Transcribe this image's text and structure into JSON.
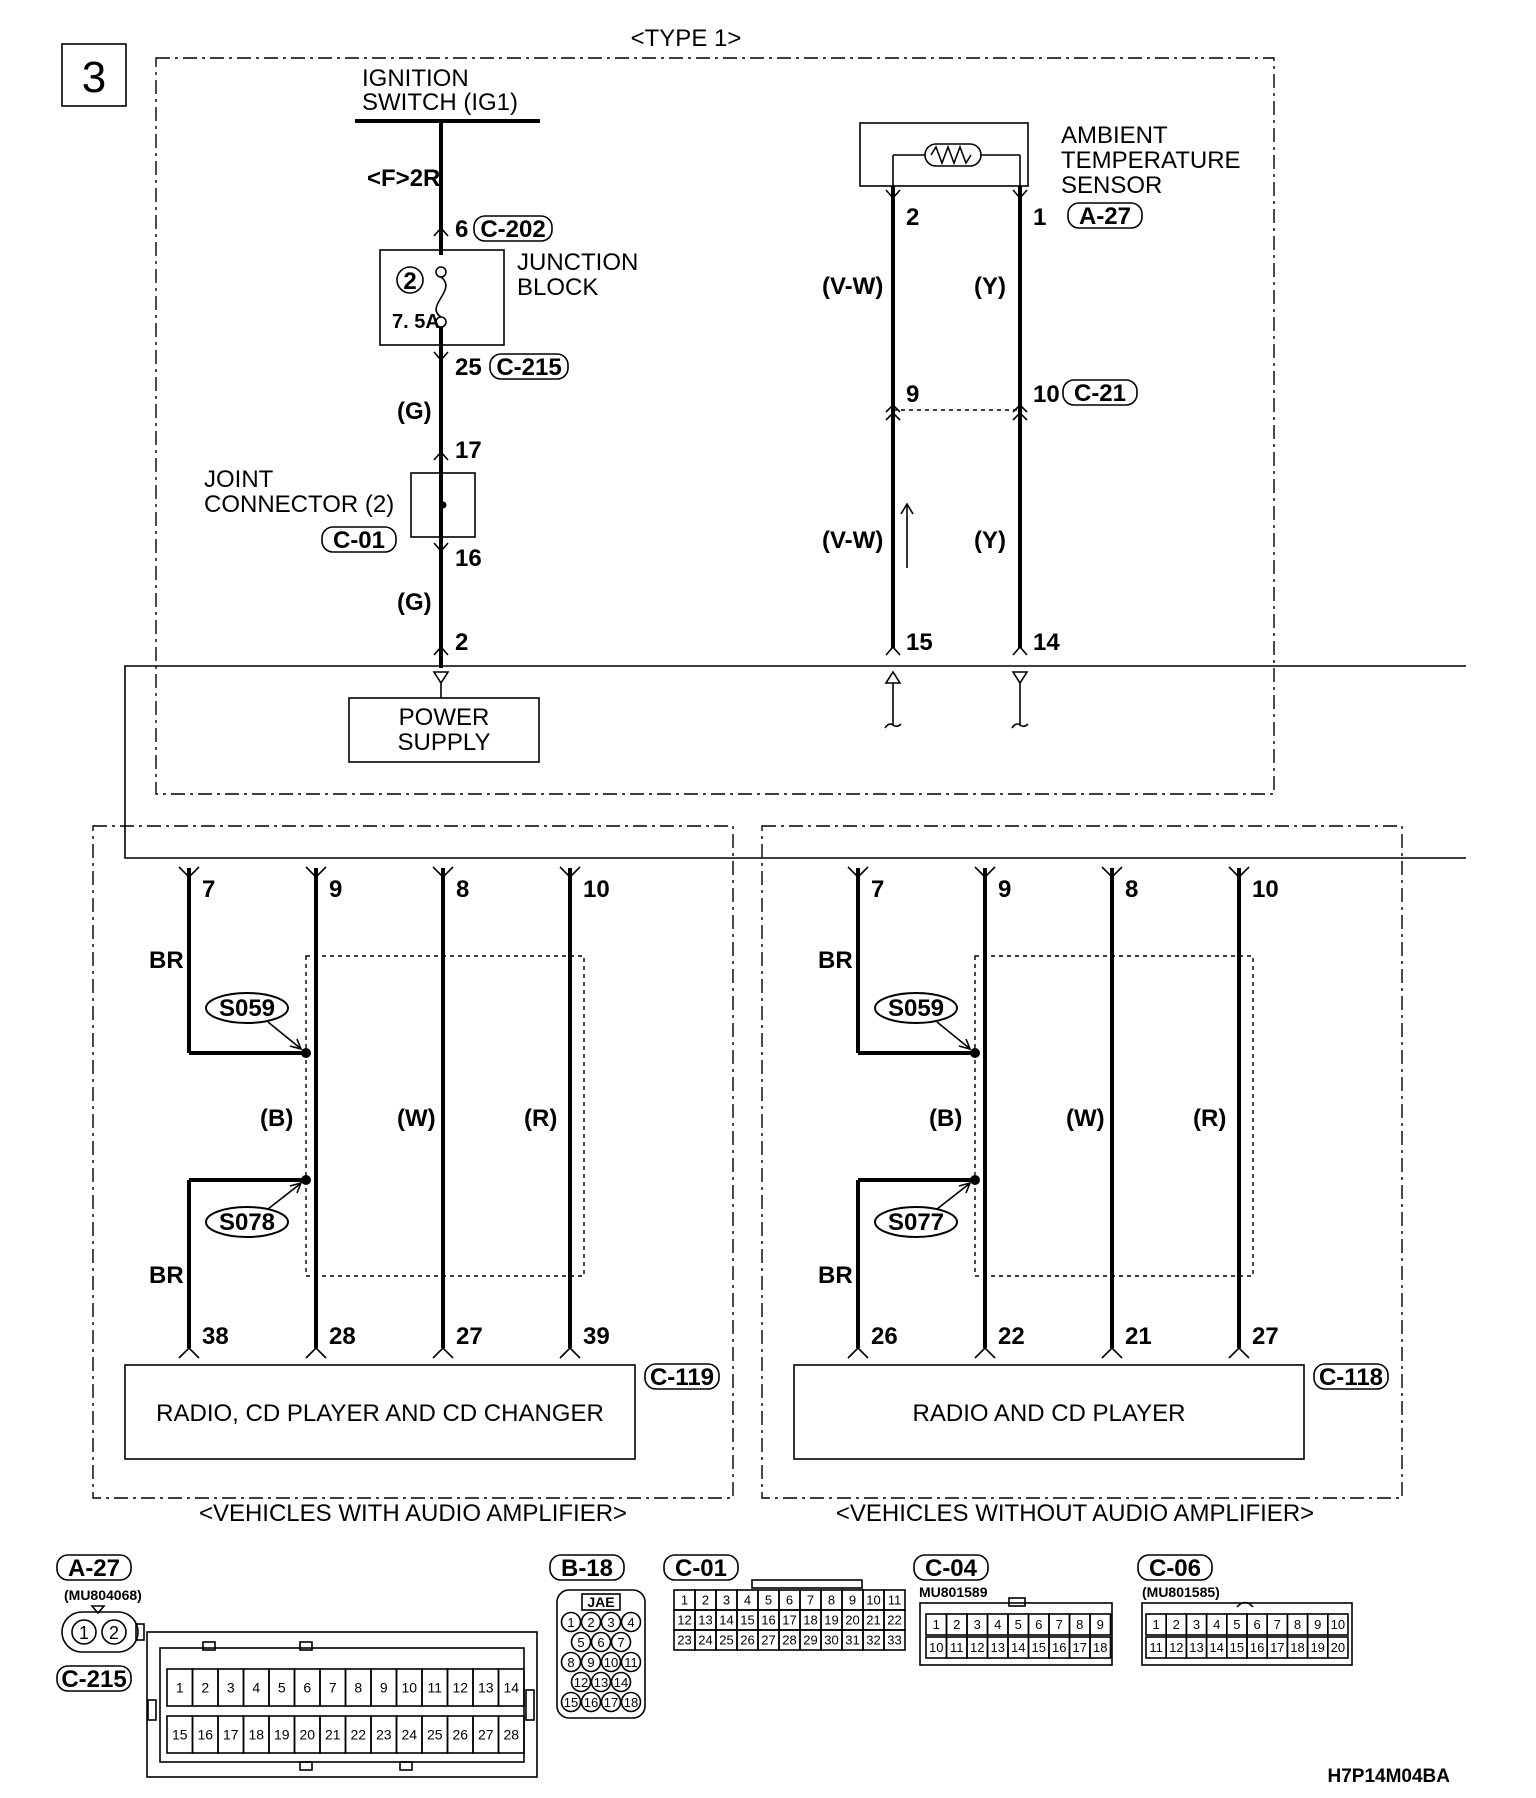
{
  "page_number": "3",
  "type_label": "<TYPE 1>",
  "ignition_switch": {
    "line1": "IGNITION",
    "line2": "SWITCH (IG1)"
  },
  "fuse_path": "<F>2R",
  "junction_block": {
    "line1": "JUNCTION",
    "line2": "BLOCK",
    "fuse_no": "2",
    "fuse_rating": "7. 5A",
    "pin_in": "6",
    "conn_in": "C-202",
    "pin_out": "25",
    "conn_out": "C-215"
  },
  "joint_connector": {
    "line1": "JOINT",
    "line2": "CONNECTOR (2)",
    "conn": "C-01",
    "pin_in": "17",
    "pin_out": "16"
  },
  "wire_g": "(G)",
  "power_pin": "2",
  "power_supply": {
    "line1": "POWER",
    "line2": "SUPPLY"
  },
  "ambient_sensor": {
    "line1": "AMBIENT",
    "line2": "TEMPERATURE",
    "line3": "SENSOR",
    "conn": "A-27",
    "pin_left": "2",
    "pin_right": "1"
  },
  "c21": {
    "conn": "C-21",
    "pin_left": "9",
    "pin_right": "10"
  },
  "wire_vw": "(V-W)",
  "wire_y": "(Y)",
  "sensor_pins_bottom": {
    "left": "15",
    "right": "14"
  },
  "left_unit": {
    "top_pins": [
      "7",
      "9",
      "8",
      "10"
    ],
    "bottom_pins": [
      "38",
      "28",
      "27",
      "39"
    ],
    "splice_top": "S059",
    "splice_bottom": "S078",
    "wire_br": "BR",
    "wire_b": "(B)",
    "wire_w": "(W)",
    "wire_r": "(R)",
    "conn": "C-119",
    "name": "RADIO, CD PLAYER AND CD CHANGER",
    "caption": "<VEHICLES WITH AUDIO AMPLIFIER>"
  },
  "right_unit": {
    "top_pins": [
      "7",
      "9",
      "8",
      "10"
    ],
    "bottom_pins": [
      "26",
      "22",
      "21",
      "27"
    ],
    "splice_top": "S059",
    "splice_bottom": "S077",
    "wire_br": "BR",
    "wire_b": "(B)",
    "wire_w": "(W)",
    "wire_r": "(R)",
    "conn": "C-118",
    "name": "RADIO AND CD PLAYER",
    "caption": "<VEHICLES WITHOUT AUDIO AMPLIFIER>"
  },
  "connector_views": {
    "a27": {
      "label": "A-27",
      "part": "(MU804068)",
      "pins": [
        "1",
        "2"
      ]
    },
    "c215": {
      "label": "C-215",
      "row1": [
        "1",
        "2",
        "3",
        "4",
        "5",
        "6",
        "7",
        "8",
        "9",
        "10",
        "11",
        "12",
        "13",
        "14"
      ],
      "row2": [
        "15",
        "16",
        "17",
        "18",
        "19",
        "20",
        "21",
        "22",
        "23",
        "24",
        "25",
        "26",
        "27",
        "28"
      ]
    },
    "b18": {
      "label": "B-18",
      "header": "JAE",
      "rows": [
        [
          "1",
          "2",
          "3",
          "4"
        ],
        [
          "5",
          "6",
          "7"
        ],
        [
          "8",
          "9",
          "10",
          "11"
        ],
        [
          "12",
          "13",
          "14"
        ],
        [
          "15",
          "16",
          "17",
          "18"
        ]
      ]
    },
    "c01": {
      "label": "C-01",
      "rows": [
        [
          "1",
          "2",
          "3",
          "4",
          "5",
          "6",
          "7",
          "8",
          "9",
          "10",
          "11"
        ],
        [
          "12",
          "13",
          "14",
          "15",
          "16",
          "17",
          "18",
          "19",
          "20",
          "21",
          "22"
        ],
        [
          "23",
          "24",
          "25",
          "26",
          "27",
          "28",
          "29",
          "30",
          "31",
          "32",
          "33"
        ]
      ]
    },
    "c04": {
      "label": "C-04",
      "part": "MU801589",
      "row1": [
        "1",
        "2",
        "3",
        "4",
        "5",
        "6",
        "7",
        "8",
        "9"
      ],
      "row2": [
        "10",
        "11",
        "12",
        "13",
        "14",
        "15",
        "16",
        "17",
        "18"
      ]
    },
    "c06": {
      "label": "C-06",
      "part": "(MU801585)",
      "row1": [
        "1",
        "2",
        "3",
        "4",
        "5",
        "6",
        "7",
        "8",
        "9",
        "10"
      ],
      "row2": [
        "11",
        "12",
        "13",
        "14",
        "15",
        "16",
        "17",
        "18",
        "19",
        "20"
      ]
    }
  },
  "figure_code": "H7P14M04BA"
}
